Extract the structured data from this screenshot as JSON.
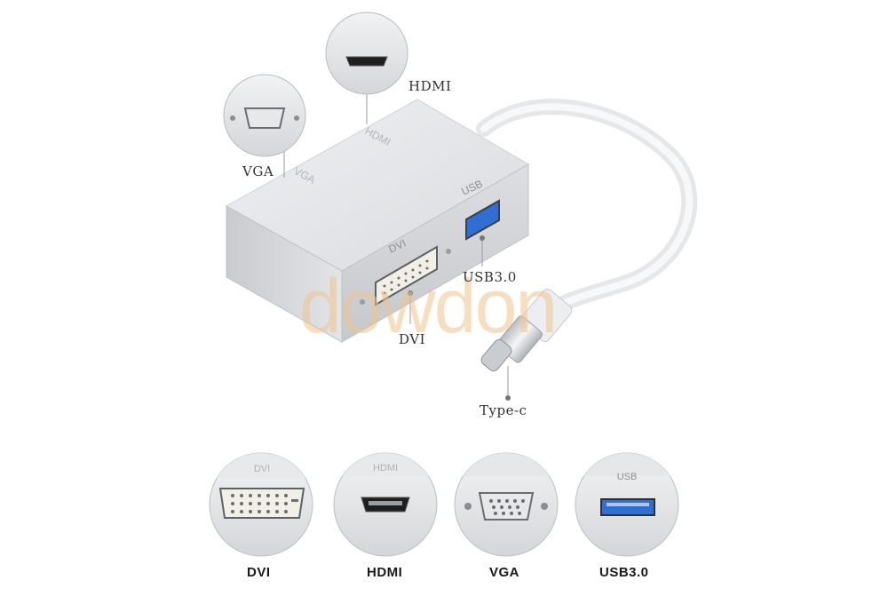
{
  "product": {
    "port_labels": {
      "hdmi": "HDMI",
      "vga": "VGA",
      "usb": "USB3.0",
      "dvi": "DVI",
      "typec": "Type-c"
    },
    "engraved": {
      "hdmi": "HDMI",
      "vga": "VGA",
      "usb": "USB",
      "dvi": "DVI"
    }
  },
  "watermark": "dowdon",
  "bottom_ports": [
    {
      "label": "DVI",
      "icon": "dvi-port-icon"
    },
    {
      "label": "HDMI",
      "icon": "hdmi-port-icon"
    },
    {
      "label": "VGA",
      "icon": "vga-port-icon"
    },
    {
      "label": "USB3.0",
      "icon": "usb3-port-icon"
    }
  ],
  "colors": {
    "aluminum": "#d8d9db",
    "usb_blue": "#2f6fd3",
    "watermark": "#f0c58f"
  }
}
